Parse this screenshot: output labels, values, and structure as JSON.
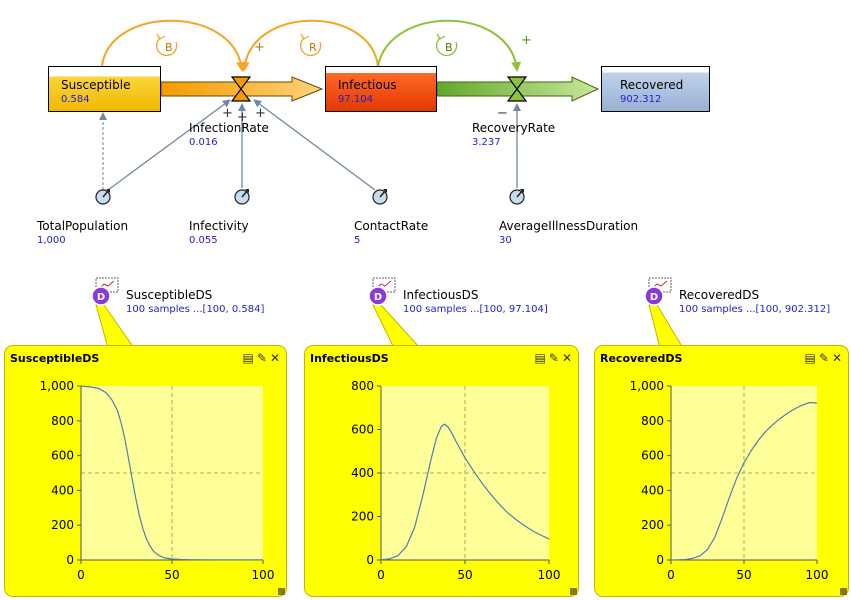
{
  "stocks": {
    "susceptible": {
      "name": "Susceptible",
      "value": "0.584"
    },
    "infectious": {
      "name": "Infectious",
      "value": "97.104"
    },
    "recovered": {
      "name": "Recovered",
      "value": "902.312"
    }
  },
  "flows": {
    "infection_rate": {
      "name": "InfectionRate",
      "value": "0.016"
    },
    "recovery_rate": {
      "name": "RecoveryRate",
      "value": "3.237"
    }
  },
  "parameters": {
    "total_population": {
      "name": "TotalPopulation",
      "value": "1,000"
    },
    "infectivity": {
      "name": "Infectivity",
      "value": "0.055"
    },
    "contact_rate": {
      "name": "ContactRate",
      "value": "5"
    },
    "average_illness_duration": {
      "name": "AverageIllnessDuration",
      "value": "30"
    }
  },
  "loops": {
    "loop1": "B",
    "loop2": "R",
    "loop3": "B"
  },
  "polarity": {
    "plus": "+",
    "minus": "−"
  },
  "datasets": [
    {
      "name": "SusceptibleDS",
      "summary": "100 samples ...[100, 0.584]"
    },
    {
      "name": "InfectiousDS",
      "summary": "100 samples ...[100, 97.104]"
    },
    {
      "name": "RecoveredDS",
      "summary": "100 samples ...[100, 902.312]"
    }
  ],
  "chart_data": [
    {
      "type": "line",
      "title": "SusceptibleDS",
      "xlim": [
        0,
        100
      ],
      "ylim": [
        0,
        1000
      ],
      "xticks": [
        0,
        50,
        100
      ],
      "yticks": [
        0,
        200,
        400,
        600,
        800,
        1000
      ],
      "ytick_labels": [
        "0",
        "200",
        "400",
        "600",
        "800",
        "1,000"
      ],
      "grid": true,
      "x": [
        0,
        5,
        10,
        14,
        17,
        20,
        22,
        24,
        26,
        28,
        30,
        32,
        34,
        36,
        38,
        40,
        43,
        46,
        50,
        55,
        60,
        70,
        80,
        90,
        100
      ],
      "values": [
        999,
        995,
        985,
        960,
        920,
        860,
        790,
        700,
        590,
        470,
        360,
        260,
        180,
        120,
        78,
        48,
        25,
        12,
        6,
        3,
        2,
        1,
        0.8,
        0.7,
        0.584
      ]
    },
    {
      "type": "line",
      "title": "InfectiousDS",
      "xlim": [
        0,
        100
      ],
      "ylim": [
        0,
        800
      ],
      "xticks": [
        0,
        50,
        100
      ],
      "yticks": [
        0,
        200,
        400,
        600,
        800
      ],
      "ytick_labels": [
        "0",
        "200",
        "400",
        "600",
        "800"
      ],
      "grid": true,
      "x": [
        0,
        5,
        10,
        15,
        20,
        25,
        30,
        33,
        36,
        38,
        40,
        42,
        45,
        50,
        55,
        60,
        65,
        70,
        75,
        80,
        85,
        90,
        95,
        100
      ],
      "values": [
        1,
        5,
        20,
        60,
        150,
        300,
        470,
        560,
        615,
        625,
        610,
        585,
        540,
        470,
        410,
        355,
        305,
        260,
        220,
        188,
        160,
        135,
        115,
        97
      ]
    },
    {
      "type": "line",
      "title": "RecoveredDS",
      "xlim": [
        0,
        100
      ],
      "ylim": [
        0,
        1000
      ],
      "xticks": [
        0,
        50,
        100
      ],
      "yticks": [
        0,
        200,
        400,
        600,
        800,
        1000
      ],
      "ytick_labels": [
        "0",
        "200",
        "400",
        "600",
        "800",
        "1,000"
      ],
      "grid": true,
      "x": [
        0,
        5,
        10,
        15,
        20,
        25,
        30,
        35,
        40,
        45,
        50,
        55,
        60,
        65,
        70,
        75,
        80,
        85,
        90,
        95,
        100
      ],
      "values": [
        0,
        1,
        3,
        10,
        25,
        60,
        130,
        240,
        360,
        470,
        560,
        630,
        690,
        740,
        780,
        815,
        845,
        870,
        890,
        905,
        902
      ]
    }
  ]
}
